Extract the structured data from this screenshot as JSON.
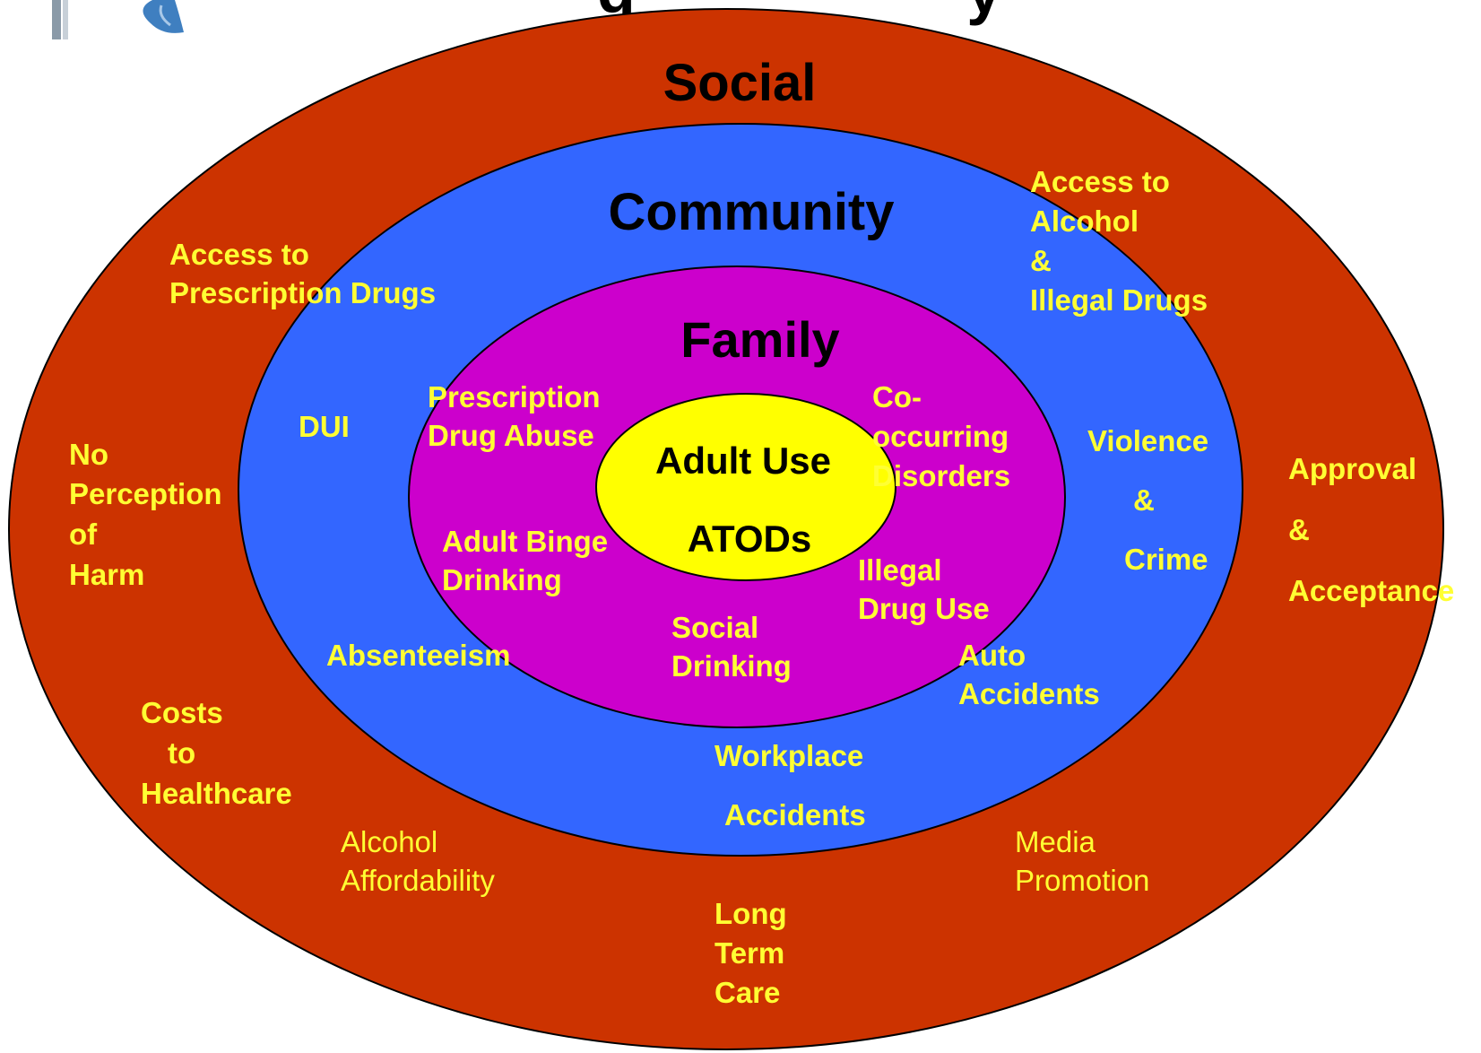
{
  "header": {
    "partial_title": "g                   y"
  },
  "colors": {
    "social": "#cc3300",
    "community": "#3366ff",
    "family": "#cc00cc",
    "center": "#ffff00",
    "label_yellow": "#ffff33",
    "ring_titles": "#000000"
  },
  "rings": {
    "social": "Social",
    "community": "Community",
    "family": "Family",
    "center_line1": "Adult Use",
    "center_line2": "ATODs"
  },
  "labels": {
    "access_prescription": [
      "Access to",
      "Prescription Drugs"
    ],
    "access_alcohol": [
      "Access to",
      "Alcohol",
      "&",
      "Illegal Drugs"
    ],
    "no_perception": [
      "No",
      "Perception",
      "of",
      "Harm"
    ],
    "approval": [
      "Approval",
      "&",
      "Acceptance"
    ],
    "dui": "DUI",
    "prescription_abuse": [
      "Prescription",
      "Drug Abuse"
    ],
    "co_occurring": [
      "Co-",
      "occurring",
      "Disorders"
    ],
    "violence": [
      "Violence",
      "&",
      "Crime"
    ],
    "adult_binge": [
      "Adult Binge",
      "Drinking"
    ],
    "illegal_drug_use": [
      "Illegal",
      "Drug Use"
    ],
    "social_drinking": [
      "Social",
      "Drinking"
    ],
    "absenteeism": "Absenteeism",
    "auto_accidents": [
      "Auto",
      "Accidents"
    ],
    "costs_healthcare": [
      "Costs",
      "to",
      "Healthcare"
    ],
    "workplace_accidents": [
      "Workplace",
      "Accidents"
    ],
    "alcohol_affordability": [
      "Alcohol",
      "Affordability"
    ],
    "media_promotion": [
      "Media",
      "Promotion"
    ],
    "long_term_care": [
      "Long",
      "Term",
      "Care"
    ]
  },
  "icons": {
    "logo": "logo-icon"
  }
}
